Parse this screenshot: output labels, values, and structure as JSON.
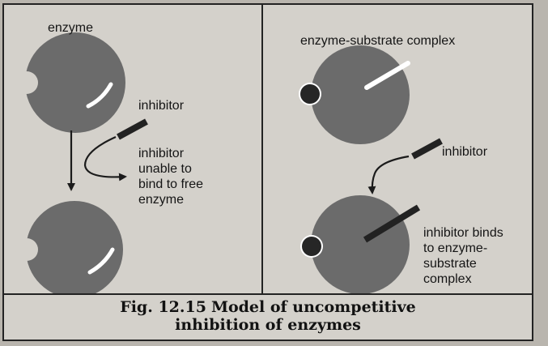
{
  "left_panel": {
    "enzyme_label": "enzyme",
    "inhibitor_label": "inhibitor",
    "note": "inhibitor\nunable to\nbind to free\nenzyme"
  },
  "right_panel": {
    "complex_label": "enzyme-substrate complex",
    "inhibitor_label": "inhibitor",
    "note": "inhibitor binds\nto enzyme-\nsubstrate\ncomplex"
  },
  "caption": {
    "figure_number": "Fig. 12.15",
    "line1": "Model of uncompetitive",
    "line2": "inhibition of enzymes"
  },
  "colors": {
    "enzyme": "#6b6b6b",
    "substrate": "#262626",
    "inhibitor": "#222222",
    "panel_bg": "#d4d1cb",
    "border": "#232323"
  }
}
